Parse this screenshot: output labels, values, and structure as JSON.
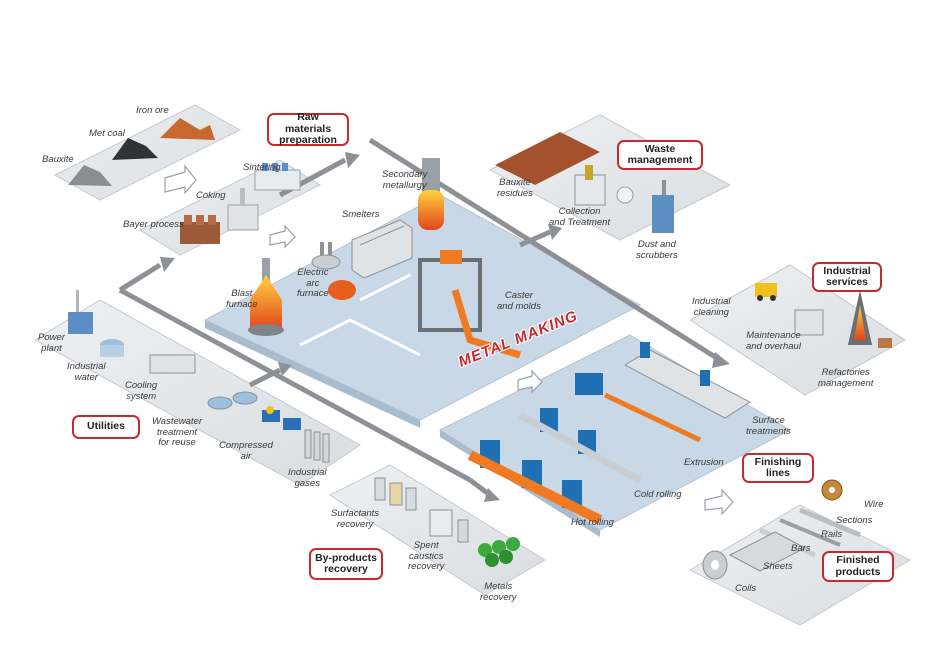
{
  "callouts": {
    "raw_materials": "Raw materials\npreparation",
    "waste_management": "Waste\nmanagement",
    "industrial_services": "Industrial\nservices",
    "utilities": "Utilities",
    "finishing_lines": "Finishing\nlines",
    "by_products": "By-products\nrecovery",
    "finished_products": "Finished\nproducts"
  },
  "center_title": "METAL MAKING",
  "labels": {
    "iron_ore": "Iron ore",
    "met_coal": "Met coal",
    "bauxite": "Bauxite",
    "sintering": "Sintering",
    "coking": "Coking",
    "bayer_process": "Bayer process",
    "secondary_metallurgy": "Secondary\nmetallurgy",
    "smelters": "Smelters",
    "blast_furnace": "Blast\nfurnace",
    "electric_arc_furnace": "Electric\narc\nfurnace",
    "caster_and_molds": "Caster\nand molds",
    "bauxite_residues": "Bauxite\nresidues",
    "collection_and_treatment": "Collection\nand Treatment",
    "dust_and_scrubbers": "Dust and\nscrubbers",
    "industrial_cleaning": "Industrial\ncleaning",
    "maintenance_and_overhaul": "Maintenance\nand overhaul",
    "refactories_management": "Refactories\nmanagement",
    "power_plant": "Power\nplant",
    "industrial_water": "Industrial\nwater",
    "cooling_system": "Cooling\nsystem",
    "wastewater": "Wastewater\ntreatment\nfor reuse",
    "compressed_air": "Compressed\nair",
    "industrial_gases": "Industrial\ngases",
    "surfactants_recovery": "Surfactants\nrecovery",
    "spent_caustics_recovery": "Spent\ncaustics\nrecovery",
    "metals_recovery": "Metals\nrecovery",
    "surface_treatments": "Surface\ntreatments",
    "extrusion": "Extrusion",
    "cold_rolling": "Cold rolling",
    "hot_rolling": "Hot rolling",
    "wire": "Wire",
    "sections": "Sections",
    "rails": "Rails",
    "bars": "Bars",
    "sheets": "Sheets",
    "coils": "Coils"
  },
  "colors": {
    "accent_red": "#c62a2f",
    "platform_blue": "#c9d8e6",
    "platform_grey": "#e4e7ea",
    "flow_arrow": "#8d9196",
    "molten": "#f07a22",
    "machine_blue": "#1f6fb5"
  }
}
